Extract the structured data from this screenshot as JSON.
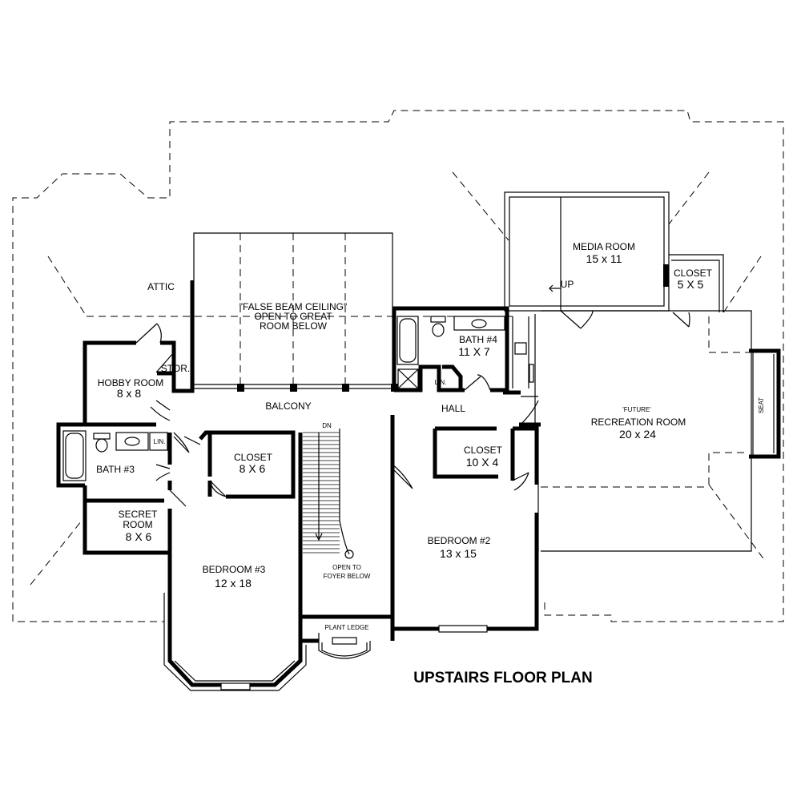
{
  "title": "UPSTAIRS FLOOR PLAN",
  "rooms": {
    "attic": "ATTIC",
    "false_beam_1": "\"FALSE BEAM CEILING\"",
    "false_beam_2": "OPEN TO GREAT",
    "false_beam_3": "ROOM BELOW",
    "media_name": "MEDIA ROOM",
    "media_size": "15 x 11",
    "media_up": "UP",
    "closet_media_name": "CLOSET",
    "closet_media_size": "5 X 5",
    "bath4_name": "BATH #4",
    "bath4_size": "11 X 7",
    "bath4_lin": "LIN.",
    "hobby_name": "HOBBY ROOM",
    "hobby_size": "8 x 8",
    "stor": "STOR.",
    "balcony": "BALCONY",
    "hall": "HALL",
    "bath3_name": "BATH #3",
    "bath3_lin": "LIN.",
    "closet86_name": "CLOSET",
    "closet86_size": "8 X 6",
    "secret_name_1": "SECRET",
    "secret_name_2": "ROOM",
    "secret_size": "8 X 6",
    "bedroom3_name": "BEDROOM #3",
    "bedroom3_size": "12 x 18",
    "stair_dn": "DN",
    "open_foyer_1": "OPEN TO",
    "open_foyer_2": "FOYER BELOW",
    "plant_ledge": "PLANT LEDGE",
    "closet104_name": "CLOSET",
    "closet104_size": "10 X 4",
    "bedroom2_name": "BEDROOM #2",
    "bedroom2_size": "13 x 15",
    "future": "'FUTURE'",
    "rec_name": "RECREATION ROOM",
    "rec_size": "20 x 24",
    "seat": "SEAT"
  }
}
